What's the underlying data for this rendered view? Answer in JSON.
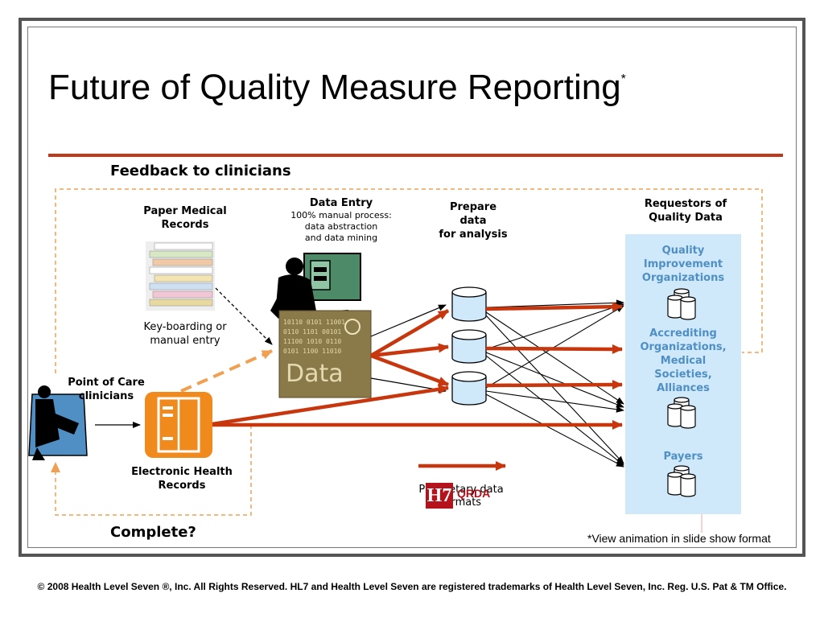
{
  "slide": {
    "title": "Future of Quality Measure Reporting",
    "title_mark": "*",
    "feedback_label": "Feedback to clinicians",
    "complete_label": "Complete?",
    "footnote": "*View animation in slide show format",
    "copyright": "© 2008 Health Level Seven ®, Inc. All Rights Reserved. HL7 and Health Level Seven are registered trademarks of Health Level Seven, Inc. Reg. U.S. Pat & TM Office."
  },
  "nodes": {
    "paper_records": {
      "line1": "Paper Medical",
      "line2": "Records"
    },
    "keyboarding": {
      "line1": "Key-boarding or",
      "line2": "manual entry"
    },
    "data_entry": {
      "title": "Data Entry",
      "line1": "100% manual process:",
      "line2": "data abstraction",
      "line3": "and data mining"
    },
    "prepare_data": {
      "line1": "Prepare",
      "line2": "data",
      "line3": "for analysis"
    },
    "requestors": {
      "line1": "Requestors of",
      "line2": "Quality Data"
    },
    "point_of_care": {
      "line1": "Point of Care",
      "line2": "clinicians"
    },
    "ehr": {
      "line1": "Electronic Health",
      "line2": "Records"
    },
    "data_graphic_text": "Data"
  },
  "requestor_groups": {
    "qio": {
      "line1": "Quality",
      "line2": "Improvement",
      "line3": "Organizations"
    },
    "accrediting": {
      "line1": "Accrediting",
      "line2": "Organizations,",
      "line3": "Medical",
      "line4": "Societies,",
      "line5": "Alliances"
    },
    "payers": {
      "line1": "Payers"
    }
  },
  "legend": {
    "line1": "Proprietary data",
    "line2": "formats",
    "hl7_logo": "H7",
    "qrda_label": "QRDA"
  },
  "colors": {
    "accent_red": "#c0381a",
    "arrow_red": "#c8360e",
    "orange": "#f08a1c",
    "dashed_orange": "#f0a050",
    "panel_blue": "#cfe9fb",
    "panel_text": "#4f8fc4"
  }
}
